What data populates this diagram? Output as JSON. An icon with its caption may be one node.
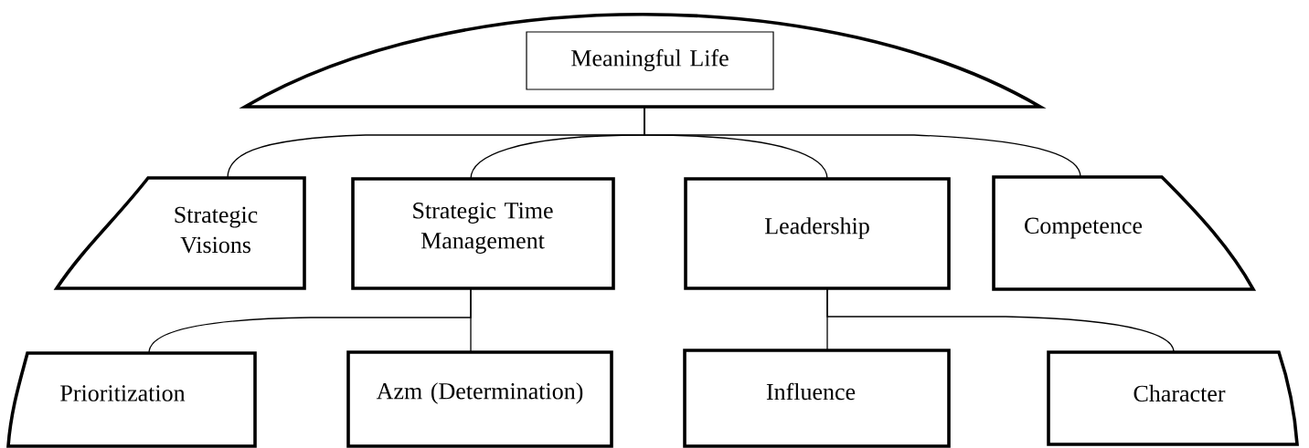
{
  "diagram": {
    "nodes": [
      {
        "text": [],
        "shape": "dome"
      },
      {
        "text": [
          "Meaningful Life"
        ],
        "in": 0
      },
      {
        "text": [
          "Strategic Visions"
        ]
      },
      {
        "text": [
          "Strategic Time Management"
        ]
      },
      {
        "text": [
          "Leadership"
        ]
      },
      {
        "text": [
          "Competence"
        ]
      },
      {
        "text": [
          "Prioritization"
        ]
      },
      {
        "text": [
          "Azm (Determination)"
        ]
      },
      {
        "text": [
          "Influence"
        ]
      },
      {
        "text": [
          "Character"
        ]
      }
    ],
    "edges": [
      {
        "from": 0,
        "to": 2,
        "arrow": "none"
      },
      {
        "from": 0,
        "to": 3,
        "arrow": "none"
      },
      {
        "from": 0,
        "to": 4,
        "arrow": "none"
      },
      {
        "from": 0,
        "to": 5,
        "arrow": "none"
      },
      {
        "from": 3,
        "to": 6,
        "arrow": "none"
      },
      {
        "from": 3,
        "to": 7,
        "arrow": "none"
      },
      {
        "from": 4,
        "to": 8,
        "arrow": "none"
      },
      {
        "from": 4,
        "to": 9,
        "arrow": "none"
      }
    ]
  }
}
